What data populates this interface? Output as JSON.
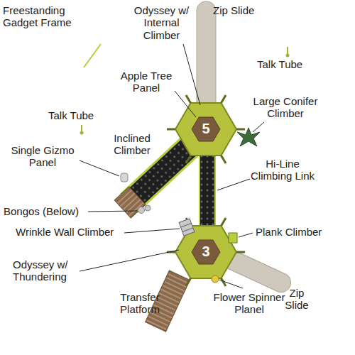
{
  "diagram": {
    "labels": [
      "Freestanding Gadget Frame",
      "Odyssey w/ Internal Climber",
      "Zip Slide",
      "Talk Tube",
      "Apple Tree Panel",
      "Large Conifer Climber",
      "Talk Tube",
      "Inclined Climber",
      "Single Gizmo Panel",
      "Hi-Line Climbing Link",
      "Bongos (Below)",
      "Wrinkle Wall Climber",
      "Plank Climber",
      "Odyssey w/ Thundering",
      "Transfer Platform",
      "Flower Spinner Planel",
      "Zip Slide",
      "5",
      "3"
    ]
  }
}
